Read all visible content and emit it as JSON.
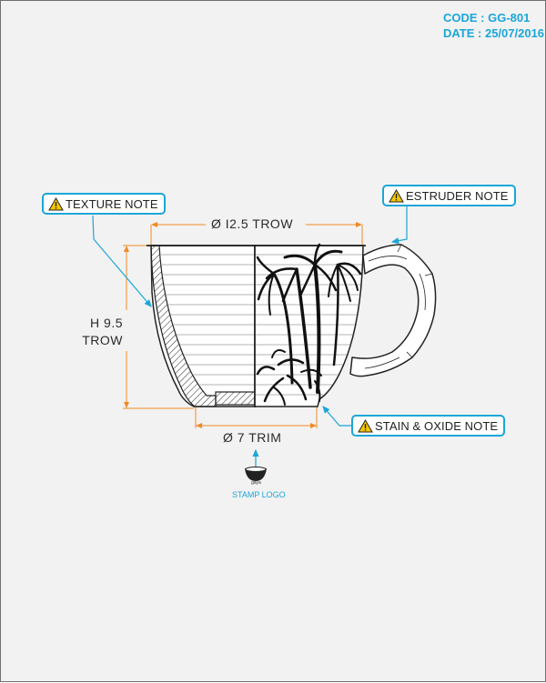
{
  "header": {
    "code": "CODE : GG-801",
    "date": "DATE : 25/07/2016"
  },
  "notes": {
    "texture": "TEXTURE NOTE",
    "estruder": "ESTRUDER NOTE",
    "stain": "STAIN & OXIDE NOTE"
  },
  "dimensions": {
    "diameter_top": "Ø I2.5 TROW",
    "height_line1": "H 9.5",
    "height_line2": "TROW",
    "diameter_base": "Ø 7 TRIM"
  },
  "stamp": {
    "brand": "gaya",
    "label": "STAMP LOGO"
  },
  "colors": {
    "accent": "#1aa6d9",
    "dimension": "#f08a24",
    "warning": "#f7c600",
    "ink": "#222222"
  },
  "icons": [
    "warning-icon",
    "cup-illustration",
    "palm-tree-decal",
    "stamp-bowl-icon",
    "arrow-up-icon"
  ]
}
